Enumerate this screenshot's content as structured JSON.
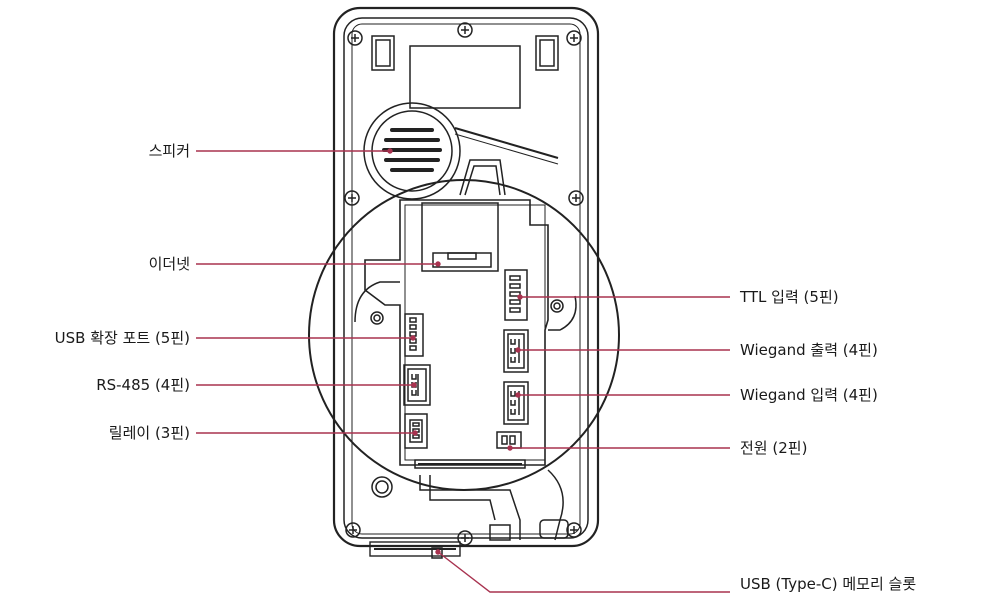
{
  "colors": {
    "callout": "#a8324f",
    "outline": "#222222",
    "text": "#1a1a1a"
  },
  "labels_left": {
    "speaker": "스피커",
    "ethernet": "이더넷",
    "usb_ext": "USB 확장 포트 (5핀)",
    "rs485": "RS-485 (4핀)",
    "relay": "릴레이 (3핀)"
  },
  "labels_right": {
    "ttl_in": "TTL 입력 (5핀)",
    "wiegand_out": "Wiegand 출력 (4핀)",
    "wiegand_in": "Wiegand 입력 (4핀)",
    "power": "전원 (2핀)",
    "usb_c": "USB (Type-C) 메모리 슬롯"
  }
}
